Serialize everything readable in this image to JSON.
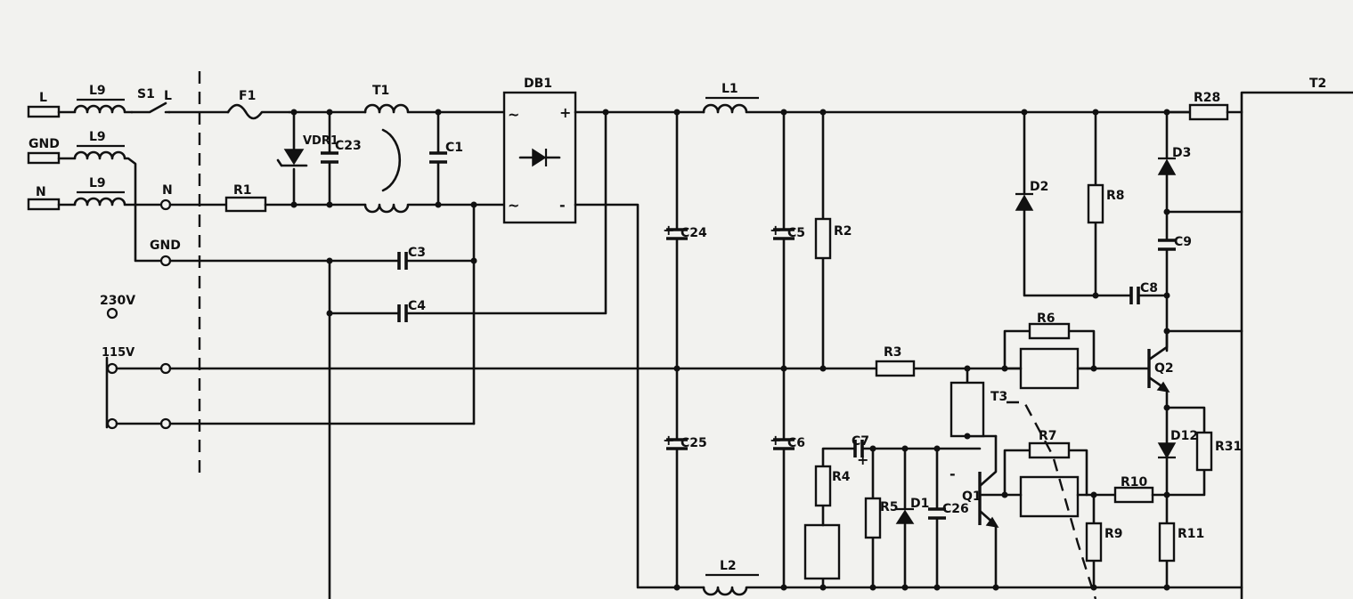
{
  "labels": {
    "L": "L",
    "GND": "GND",
    "N": "N",
    "L9a": "L9",
    "L9b": "L9",
    "L9c": "L9",
    "S1": "S1",
    "S1_L": "L",
    "S1_N": "N",
    "S1_GND": "GND",
    "F1": "F1",
    "T1": "T1",
    "VDR1": "VDR1",
    "C23": "C23",
    "C1": "C1",
    "R1": "R1",
    "DB1": "DB1",
    "C3": "C3",
    "C4": "C4",
    "V230": "230V",
    "V115": "115V",
    "L1": "L1",
    "L2": "L2",
    "C24": "C24",
    "C25": "C25",
    "C5": "C5",
    "C6": "C6",
    "R2": "R2",
    "R3": "R3",
    "R4": "R4",
    "R5": "R5",
    "C7": "C7",
    "D1": "D1",
    "C26": "C26",
    "Q1": "Q1",
    "T3": "T3",
    "R6": "R6",
    "R7": "R7",
    "R9": "R9",
    "R10": "R10",
    "D2": "D2",
    "R8": "R8",
    "C8": "C8",
    "C9": "C9",
    "D3": "D3",
    "R28": "R28",
    "T2": "T2",
    "Q2": "Q2",
    "D12": "D12",
    "R31": "R31",
    "R11": "R11"
  },
  "symbols": {
    "ac": "~",
    "plus": "+",
    "minus": "-"
  }
}
